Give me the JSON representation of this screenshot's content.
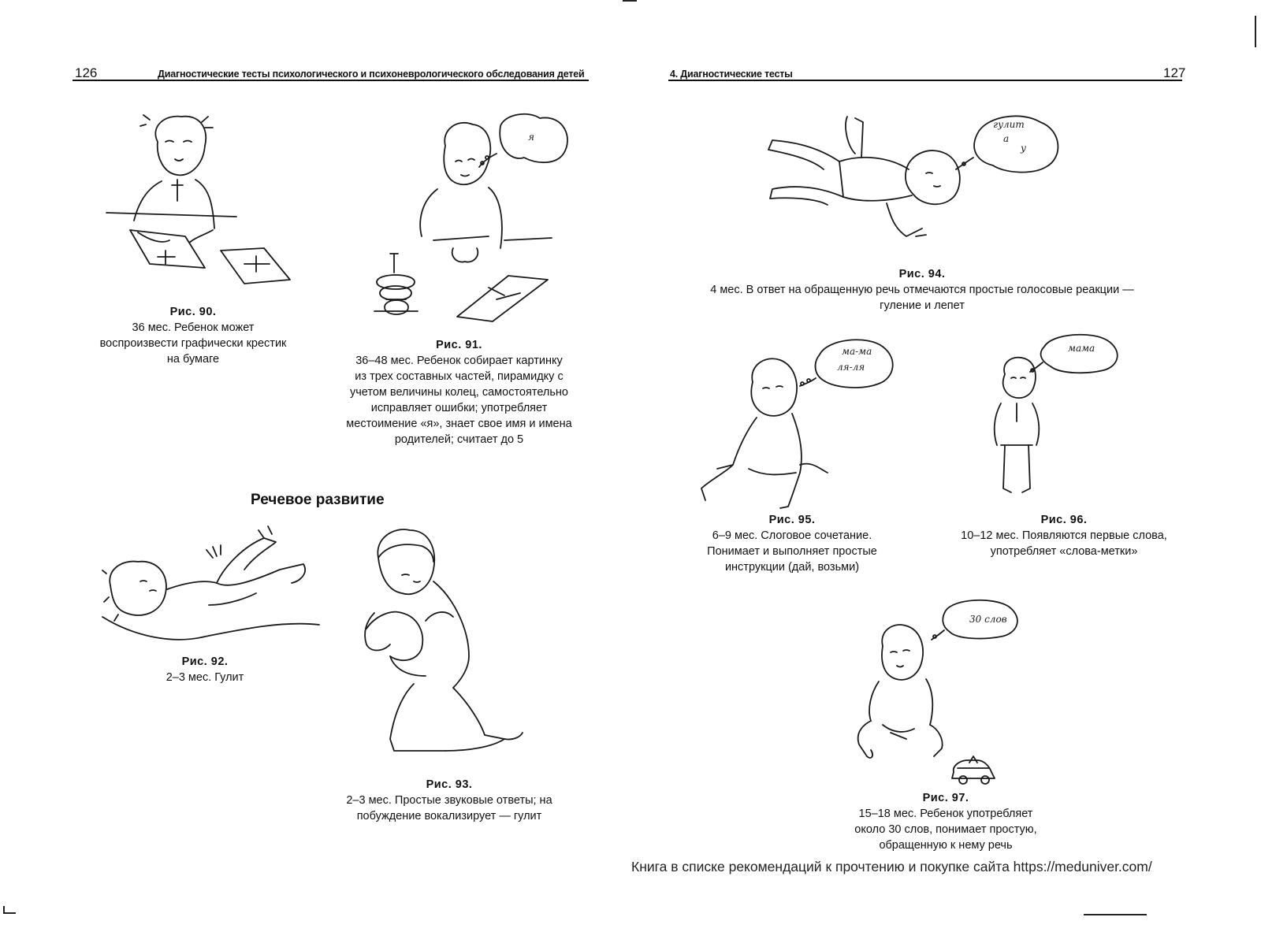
{
  "left_page": {
    "number": "126",
    "running_title": "Диагностические тесты психологического и психоневрологического обследования детей"
  },
  "right_page": {
    "number": "127",
    "running_title": "4. Диагностические тесты"
  },
  "section_title": "Речевое развитие",
  "figures": [
    {
      "label": "Рис. 90.",
      "lines": [
        "36 мес. Ребенок может",
        "воспроизвести графически крестик",
        "на бумаге"
      ]
    },
    {
      "label": "Рис. 91.",
      "lines": [
        "36–48 мес. Ребенок собирает картинку",
        "из трех составных частей, пирамидку с",
        "учетом величины колец, самостоятельно",
        "исправляет ошибки; употребляет",
        "местоимение «я», знает свое имя и имена",
        "родителей; считает до 5"
      ]
    },
    {
      "label": "Рис. 92.",
      "lines": [
        "2–3 мес. Гулит"
      ]
    },
    {
      "label": "Рис. 93.",
      "lines": [
        "2–3 мес. Простые звуковые ответы; на",
        "побуждение вокализирует — гулит"
      ]
    },
    {
      "label": "Рис. 94.",
      "lines": [
        "4 мес. В ответ на обращенную речь отмечаются простые голосовые реакции —",
        "гуление и лепет"
      ]
    },
    {
      "label": "Рис. 95.",
      "lines": [
        "6–9 мес. Слоговое сочетание.",
        "Понимает и выполняет простые",
        "инструкции (дай, возьми)"
      ]
    },
    {
      "label": "Рис. 96.",
      "lines": [
        "10–12 мес. Появляются первые слова,",
        "употребляет «слова-метки»"
      ]
    },
    {
      "label": "Рис. 97.",
      "lines": [
        "15–18 мес. Ребенок употребляет",
        "около 30 слов, понимает простую,",
        "обращенную к нему речь"
      ]
    }
  ],
  "bubbles": {
    "fig91": "я",
    "fig94": [
      "гулит",
      "а",
      "у"
    ],
    "fig95": [
      "ма-ма",
      "ля-ля"
    ],
    "fig96": "мама",
    "fig97": "30 слов"
  },
  "footer_text": "Книга в списке рекомендаций к прочтению и покупке сайта https://meduniver.com/"
}
